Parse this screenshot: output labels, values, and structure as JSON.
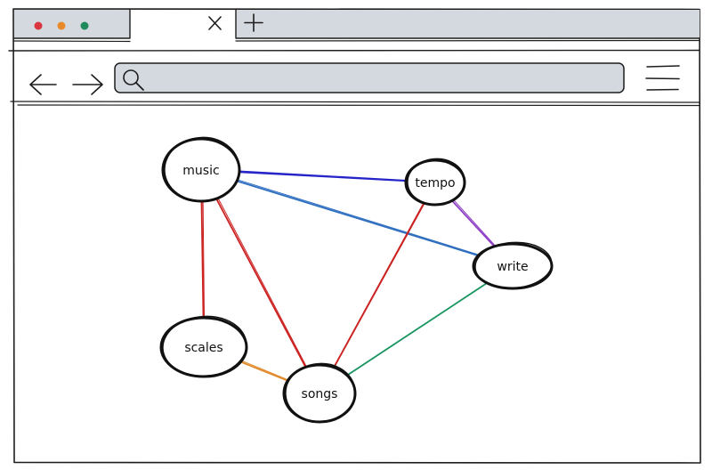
{
  "graph": {
    "nodes": [
      {
        "id": "music",
        "label": "music"
      },
      {
        "id": "tempo",
        "label": "tempo"
      },
      {
        "id": "write",
        "label": "write"
      },
      {
        "id": "scales",
        "label": "scales"
      },
      {
        "id": "songs",
        "label": "songs"
      }
    ],
    "edges": [
      {
        "from": "music",
        "to": "tempo",
        "color": "#2424c8"
      },
      {
        "from": "music",
        "to": "write",
        "color": "#2f6fc0"
      },
      {
        "from": "music",
        "to": "scales",
        "color": "#cc2222"
      },
      {
        "from": "music",
        "to": "songs",
        "color": "#cc2222"
      },
      {
        "from": "tempo",
        "to": "write",
        "color": "#8e3fc6"
      },
      {
        "from": "tempo",
        "to": "songs",
        "color": "#cc2222"
      },
      {
        "from": "write",
        "to": "songs",
        "color": "#1a9460"
      },
      {
        "from": "scales",
        "to": "songs",
        "color": "#e08a2c"
      }
    ]
  },
  "window": {
    "traffic_light_colors": [
      "#d9363e",
      "#e8892a",
      "#1f8a5b"
    ],
    "chrome_color": "#d4d9e0"
  }
}
